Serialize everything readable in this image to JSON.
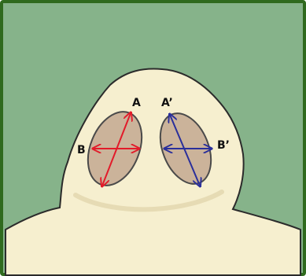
{
  "colors": {
    "frame_border": "#2f6a1e",
    "background": "#86b38a",
    "nose": "#f6efcf",
    "nose_outline": "#2b2b2b",
    "nostril_fill": "#cbb39a",
    "nostril_outline": "#4a4a4a",
    "left_arrows": "#e21b2a",
    "right_arrows": "#2a2f9b"
  },
  "labels": {
    "left_long": "A",
    "left_short": "B",
    "right_long": "A’",
    "right_short": "B’"
  }
}
